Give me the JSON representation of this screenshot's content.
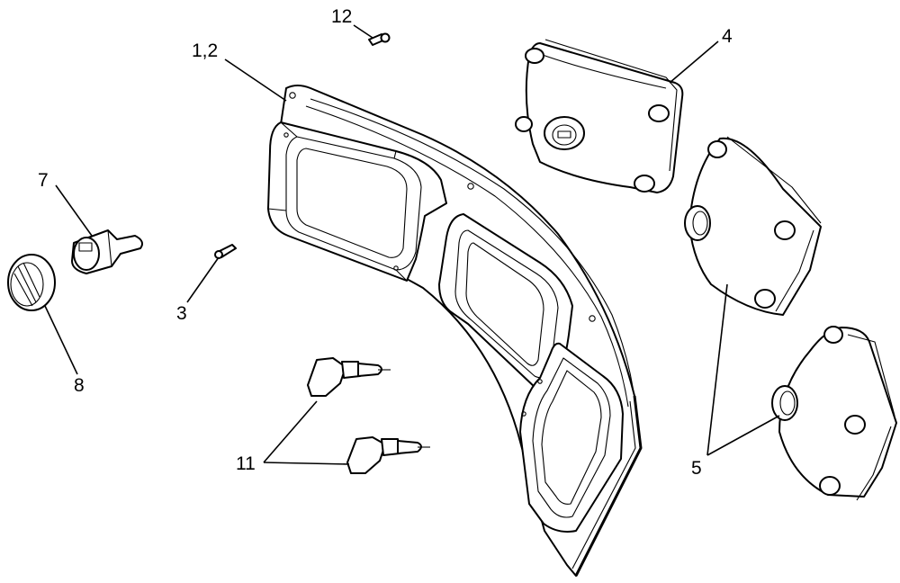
{
  "callouts": {
    "c12": "12",
    "c1_2": "1,2",
    "c4": "4",
    "c7": "7",
    "c3": "3",
    "c8": "8",
    "c11": "11",
    "c5": "5"
  }
}
